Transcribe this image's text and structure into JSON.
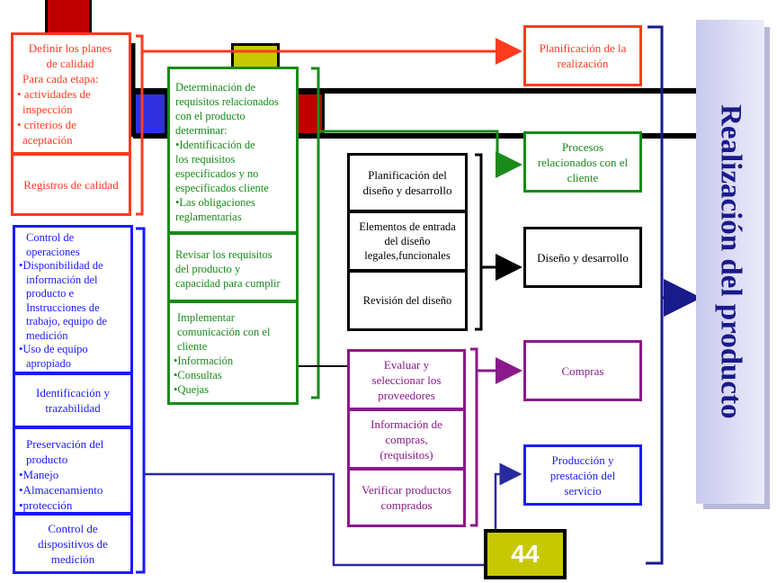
{
  "colors": {
    "red": "#ff3b1f",
    "green": "#1a8a1a",
    "blue": "#1a1aff",
    "purple": "#8a1a8a",
    "navy": "#1a1a8a",
    "olive": "#c8c800",
    "title_bg": "#d8d8f4"
  },
  "red_group": {
    "plan_lines": [
      "Definir los planes",
      "de calidad",
      "Para cada etapa:",
      "• actividades de",
      "inspección",
      "• criterios de",
      "aceptación"
    ],
    "records": "Registros de calidad"
  },
  "green_group": {
    "requirements_lines": [
      "Determinación de",
      "requisitos relacionados",
      "con el producto",
      "determinar:",
      "•Identificación de",
      "los requisitos",
      "especificados  y no",
      "especificados cliente",
      "•Las obligaciones",
      "reglamentarias"
    ],
    "review_lines": [
      "Revisar los requisitos",
      "del producto y",
      "capacidad para cumplir"
    ],
    "communication_lines": [
      "Implementar",
      "comunicación con el",
      "cliente",
      "•Información",
      "•Consultas",
      "•Quejas"
    ]
  },
  "blue_group": {
    "operations_lines": [
      "Control de",
      "operaciones",
      "•Disponibilidad de",
      "información del",
      "producto e",
      "Instrucciones de",
      "trabajo, equipo de",
      "medición",
      "•Uso de equipo",
      "apropiado"
    ],
    "identification_lines": [
      "Identificación y",
      "trazabilidad"
    ],
    "preservation_lines": [
      "Preservación del",
      "producto",
      "•Manejo",
      "•Almacenamiento",
      "•protección"
    ],
    "devices_lines": [
      "Control de",
      "dispositivos de",
      "medición"
    ]
  },
  "black_group": {
    "planning_lines": [
      "Planificación del",
      "diseño y desarrollo"
    ],
    "inputs_lines": [
      "Elementos de entrada",
      "del diseño",
      "legales,funcionales"
    ],
    "review_lines": [
      "Revisión del diseño"
    ]
  },
  "purple_group": {
    "evaluate_lines": [
      "Evaluar y",
      "seleccionar los",
      "proveedores"
    ],
    "info_lines": [
      "Información de",
      "compras,",
      "(requisitos)"
    ],
    "verify_lines": [
      "Verificar productos",
      "comprados"
    ]
  },
  "right_boxes": {
    "planning_lines": [
      "Planificación de la",
      "realización"
    ],
    "customer_lines": [
      "Procesos",
      "relacionados con el",
      "cliente"
    ],
    "design": "Diseño y desarrollo",
    "purchasing": "Compras",
    "production_lines": [
      "Producción y",
      "prestación del",
      "servicio"
    ]
  },
  "title": "Realización del producto",
  "slide_number": "44"
}
